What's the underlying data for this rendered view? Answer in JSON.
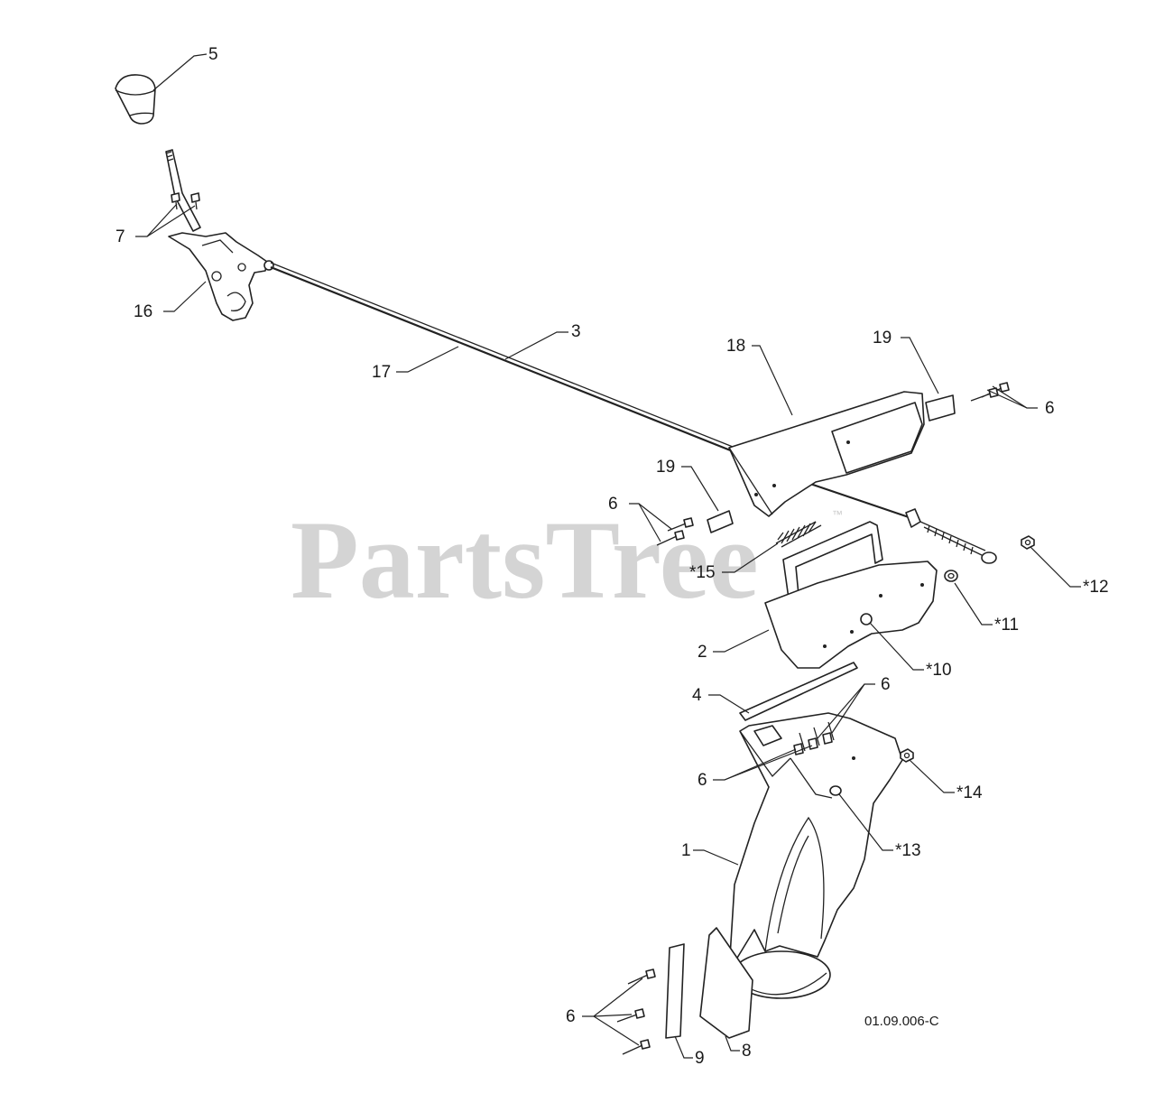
{
  "diagram": {
    "doc_number": "01.09.006-C",
    "watermark": "PartsTree",
    "watermark_tm": "™",
    "callouts": [
      {
        "id": "c5",
        "text": "5"
      },
      {
        "id": "c7",
        "text": "7"
      },
      {
        "id": "c16",
        "text": "16"
      },
      {
        "id": "c3",
        "text": "3"
      },
      {
        "id": "c17",
        "text": "17"
      },
      {
        "id": "c18",
        "text": "18"
      },
      {
        "id": "c19a",
        "text": "19"
      },
      {
        "id": "c6a",
        "text": "6"
      },
      {
        "id": "c19b",
        "text": "19"
      },
      {
        "id": "c6b",
        "text": "6"
      },
      {
        "id": "c15",
        "text": "*15"
      },
      {
        "id": "c12",
        "text": "*12"
      },
      {
        "id": "c11",
        "text": "*11"
      },
      {
        "id": "c2",
        "text": "2"
      },
      {
        "id": "c10",
        "text": "*10"
      },
      {
        "id": "c4",
        "text": "4"
      },
      {
        "id": "c6c",
        "text": "6"
      },
      {
        "id": "c6d",
        "text": "6"
      },
      {
        "id": "c14",
        "text": "*14"
      },
      {
        "id": "c13",
        "text": "*13"
      },
      {
        "id": "c1",
        "text": "1"
      },
      {
        "id": "c6e",
        "text": "6"
      },
      {
        "id": "c9",
        "text": "9"
      },
      {
        "id": "c8",
        "text": "8"
      }
    ]
  }
}
